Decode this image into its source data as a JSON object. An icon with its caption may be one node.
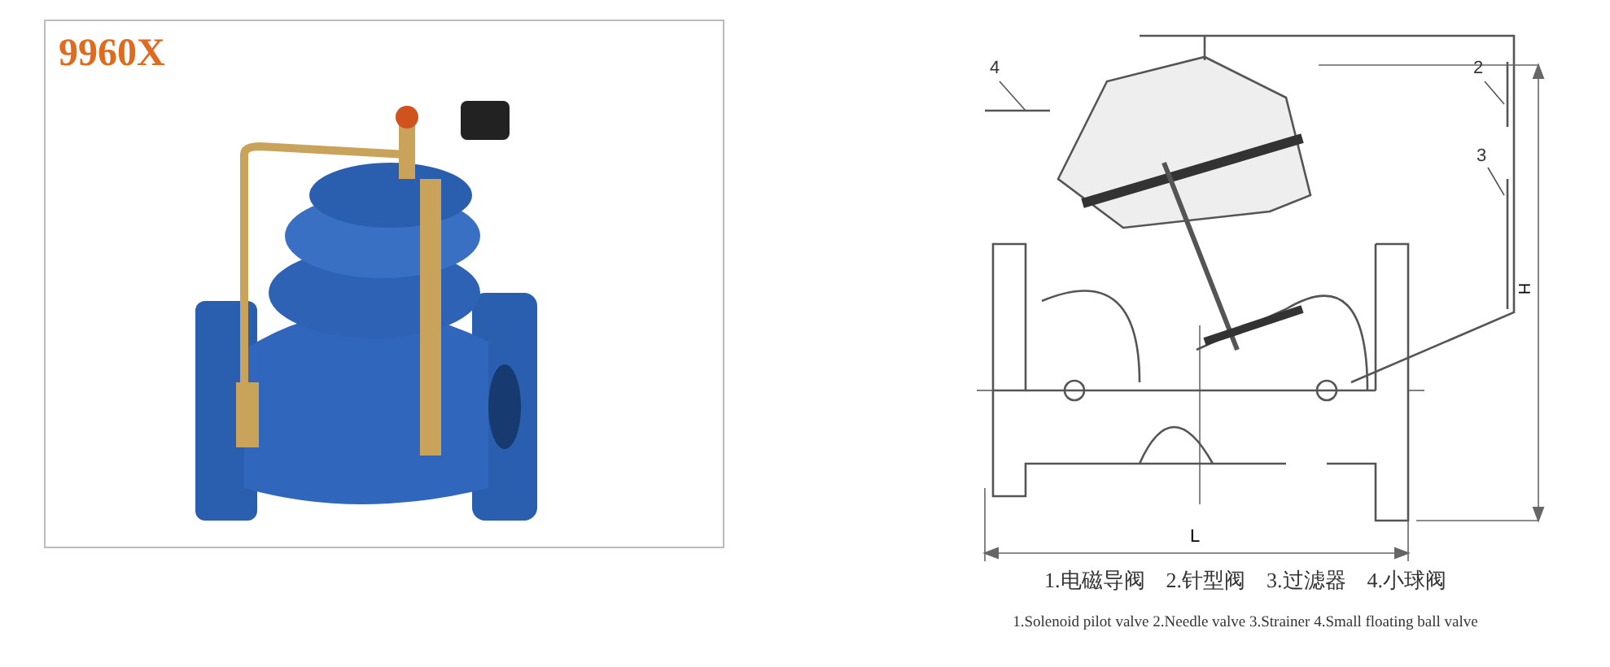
{
  "diagram": {
    "nodes": [
      {
        "text": [
          "4"
        ]
      },
      {
        "text": [
          "2"
        ]
      },
      {
        "text": [
          "3"
        ]
      }
    ],
    "edges": [
      {
        "from": 0,
        "to": null,
        "arrow": "none"
      },
      {
        "from": 1,
        "to": null,
        "arrow": "none"
      },
      {
        "from": 2,
        "to": null,
        "arrow": "none"
      }
    ],
    "labels": [
      "9960X",
      "H",
      "L",
      "1.电磁导阀　2.针型阀　3.过滤器　4.小球阀",
      "1.Solenoid pilot valve 2.Needle valve 3.Strainer 4.Small floating ball valve"
    ]
  }
}
